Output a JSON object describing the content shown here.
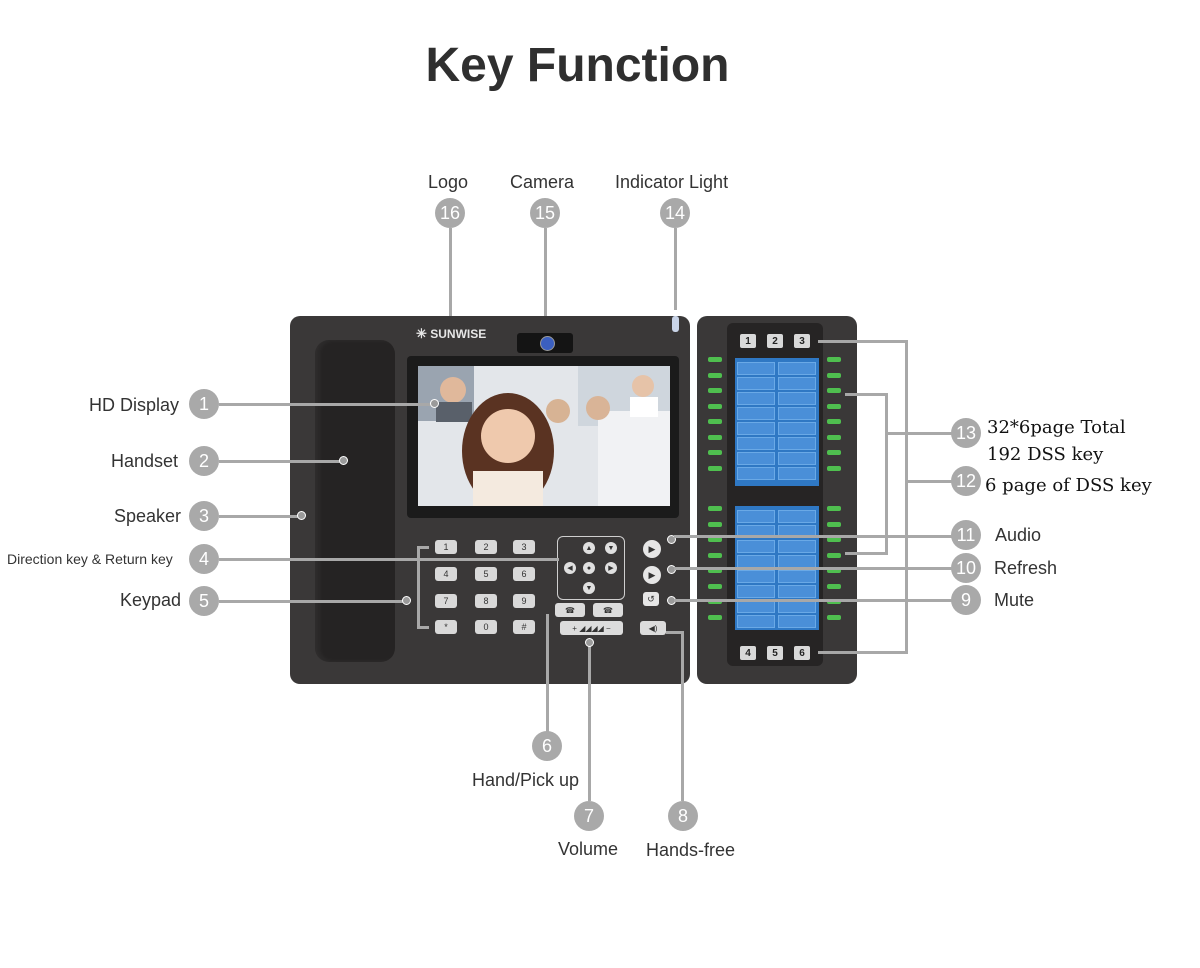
{
  "title": "Key Function",
  "phone_logo": "SUNWISE",
  "callouts": [
    {
      "n": "1",
      "label": "HD Display"
    },
    {
      "n": "2",
      "label": "Handset"
    },
    {
      "n": "3",
      "label": "Speaker"
    },
    {
      "n": "4",
      "label": "Direction key & Return key"
    },
    {
      "n": "5",
      "label": "Keypad"
    },
    {
      "n": "6",
      "label": "Hand/Pick up"
    },
    {
      "n": "7",
      "label": "Volume"
    },
    {
      "n": "8",
      "label": "Hands-free"
    },
    {
      "n": "9",
      "label": "Mute"
    },
    {
      "n": "10",
      "label": "Refresh"
    },
    {
      "n": "11",
      "label": "Audio"
    },
    {
      "n": "12",
      "label": "6 page of DSS key"
    },
    {
      "n": "13",
      "label_line1": "32*6page Total",
      "label_line2": "192 DSS key"
    },
    {
      "n": "14",
      "label": "Indicator Light"
    },
    {
      "n": "15",
      "label": "Camera"
    },
    {
      "n": "16",
      "label": "Logo"
    }
  ],
  "keypad": [
    "1",
    "2",
    "3",
    "4",
    "5",
    "6",
    "7",
    "8",
    "9",
    "*",
    "0",
    "#"
  ],
  "dss_page_keys_top": [
    "1",
    "2",
    "3"
  ],
  "dss_page_keys_bottom": [
    "4",
    "5",
    "6"
  ],
  "colors": {
    "callout_circle": "#a9a9a9",
    "leader_line": "#a8a8a8",
    "device_body": "#3a3838",
    "led_green": "#4fbf4f",
    "dss_screen": "#2f78c4"
  }
}
